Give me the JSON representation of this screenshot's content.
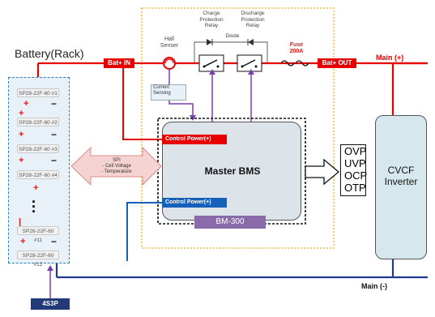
{
  "title": "Battery(Rack)",
  "rack": {
    "cells": [
      "SP28-22F-60 #1",
      "SP28-22F-60 #2",
      "SP28-22F-60 #3",
      "SP28-22F-60 #4",
      "SP28-22F-60 #11",
      "SP28-22F-60 #12"
    ],
    "config_label": "4S3P"
  },
  "terminals": {
    "bat_in": "Bat+ IN",
    "bat_out": "Bat+ OUT"
  },
  "hall_sensor": "Hall\nSenser",
  "current_sensing": "Current\nSensing",
  "charge_relay": "Charge\nProtection\nRelay",
  "discharge_relay": "Discharge\nProtection\nRelay",
  "diode": "Diode",
  "fuse": "Fuse\n200A",
  "bms": {
    "title": "Master BMS",
    "model": "BM-300",
    "control_power_top": "Control Power(+)",
    "control_power_bottom": "Control Power(+)"
  },
  "spi": {
    "title": "SPI",
    "line1": "- Cell Voltage",
    "line2": "- Temperature"
  },
  "protections": [
    "OVP",
    "UVP",
    "OCP",
    "OTP"
  ],
  "inverter": {
    "line1": "CVCF",
    "line2": "Inverter"
  },
  "main_pos": "Main (+)",
  "main_neg": "Main (-)",
  "colors": {
    "positive": "#e60000",
    "negative": "#1f3a8f",
    "signal": "#7a3fb0",
    "boundary": "#f0b020"
  }
}
